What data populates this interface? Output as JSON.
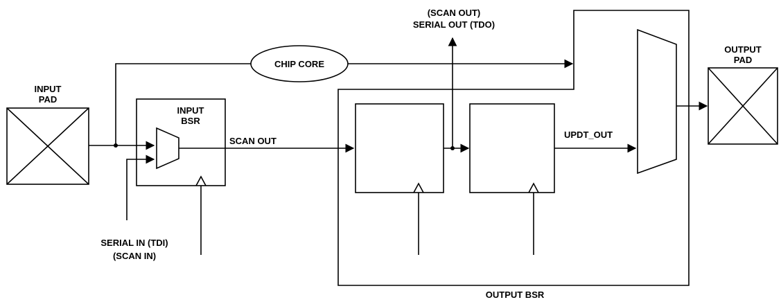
{
  "labels": {
    "input_pad_line1": "INPUT",
    "input_pad_line2": "PAD",
    "input_bsr_line1": "INPUT",
    "input_bsr_line2": "BSR",
    "chip_core": "CHIP CORE",
    "scan_out_top_line1": "(SCAN OUT)",
    "scan_out_top_line2": "SERIAL OUT (TDO)",
    "scan_out": "SCAN OUT",
    "updt_out": "UPDT_OUT",
    "output_pad_line1": "OUTPUT",
    "output_pad_line2": "PAD",
    "serial_in_line1": "SERIAL IN (TDI)",
    "serial_in_line2": "(SCAN IN)",
    "output_bsr": "OUTPUT BSR"
  }
}
